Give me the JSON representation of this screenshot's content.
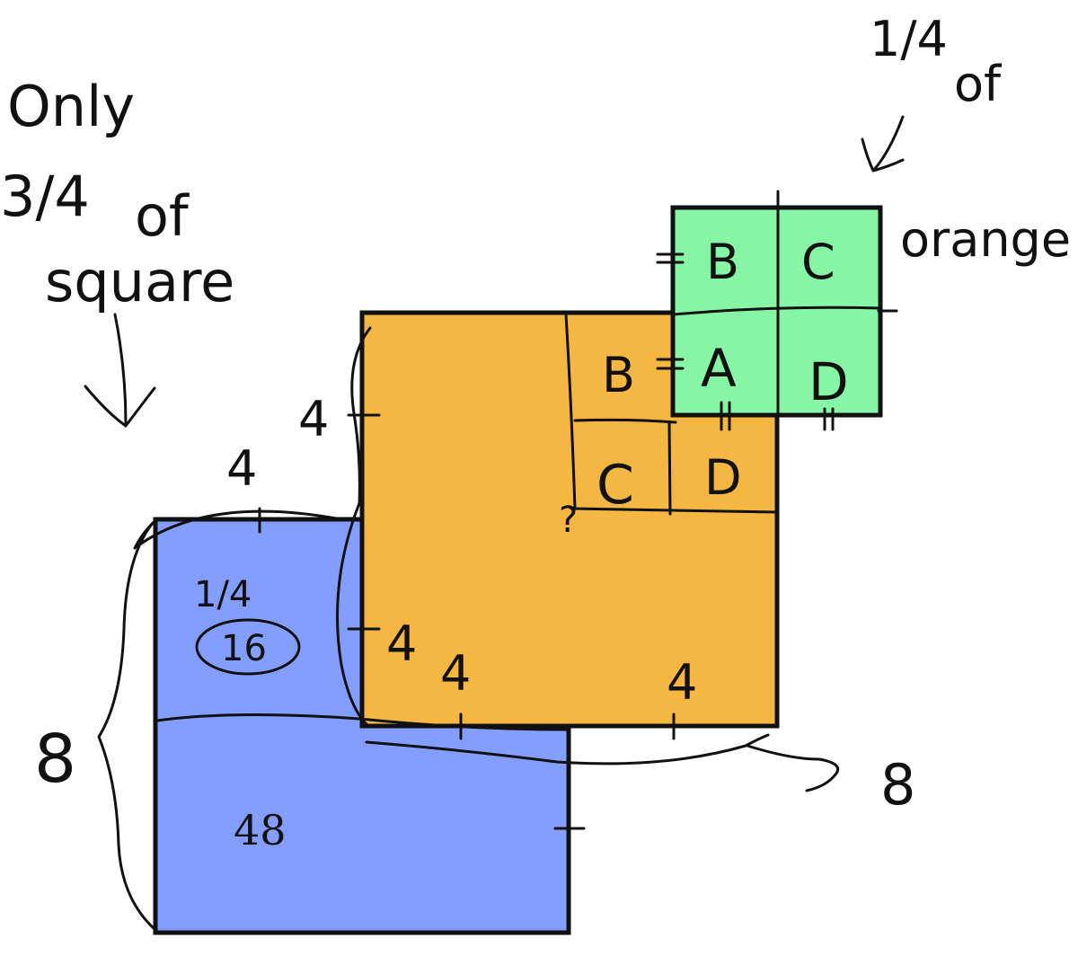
{
  "colors": {
    "blue_square": "#839eff",
    "orange_square": "#f6b642",
    "green_square": "#86f6a6",
    "ink": "#111111"
  },
  "annotations": {
    "only_line1": "Only",
    "only_line2": "3/4",
    "only_line3": "of",
    "only_line4": "square",
    "quarter_of": "1/4",
    "quarter_of_word": "of",
    "orange_word": "orange",
    "eight_left": "8",
    "eight_right": "8",
    "question": "?"
  },
  "blue": {
    "quarter_label": "1/4",
    "circled_value": "16",
    "big_value": "48",
    "top_side": "4"
  },
  "orange": {
    "left_upper_side": "4",
    "left_lower_side": "4",
    "bottom_left_side": "4",
    "bottom_right_side": "4",
    "cell_b": "B",
    "cell_c": "C",
    "cell_d": "D"
  },
  "green": {
    "cell_b": "B",
    "cell_c": "C",
    "cell_a": "A",
    "cell_d": "D"
  }
}
